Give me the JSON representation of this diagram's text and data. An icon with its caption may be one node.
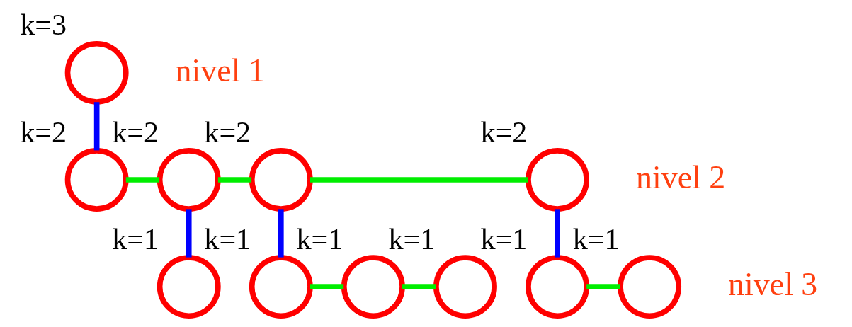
{
  "diagram": {
    "nodes": [
      {
        "text": [],
        "shape": "circle",
        "beside": [
          "k=3"
        ]
      },
      {
        "text": [],
        "shape": "circle",
        "beside": [
          "k=2"
        ]
      },
      {
        "text": [],
        "shape": "circle",
        "beside": [
          "k=2"
        ]
      },
      {
        "text": [],
        "shape": "circle",
        "beside": [
          "k=2"
        ]
      },
      {
        "text": [],
        "shape": "circle",
        "beside": [
          "k=2"
        ]
      },
      {
        "text": [],
        "shape": "circle",
        "beside": [
          "k=1"
        ]
      },
      {
        "text": [],
        "shape": "circle",
        "beside": [
          "k=1"
        ]
      },
      {
        "text": [],
        "shape": "circle",
        "beside": [
          "k=1"
        ]
      },
      {
        "text": [],
        "shape": "circle",
        "beside": [
          "k=1"
        ]
      },
      {
        "text": [],
        "shape": "circle",
        "beside": [
          "k=1"
        ]
      },
      {
        "text": [],
        "shape": "circle",
        "beside": [
          "k=1"
        ]
      }
    ],
    "edges": [
      {
        "from": 0,
        "to": 1,
        "arrow": "none",
        "color": "#0000ff"
      },
      {
        "from": 1,
        "to": 2,
        "arrow": "none"
      },
      {
        "from": 2,
        "to": 3,
        "arrow": "none"
      },
      {
        "from": 3,
        "to": 4,
        "arrow": "none"
      },
      {
        "from": 2,
        "to": 5,
        "arrow": "none",
        "color": "#0000ff"
      },
      {
        "from": 3,
        "to": 6,
        "arrow": "none",
        "color": "#0000ff"
      },
      {
        "from": 4,
        "to": 9,
        "arrow": "none",
        "color": "#0000ff"
      },
      {
        "from": 6,
        "to": 7,
        "arrow": "none"
      },
      {
        "from": 7,
        "to": 8,
        "arrow": "none"
      },
      {
        "from": 9,
        "to": 10,
        "arrow": "none"
      }
    ],
    "labels": [
      "nivel 1",
      "nivel 2",
      "nivel 3"
    ]
  }
}
